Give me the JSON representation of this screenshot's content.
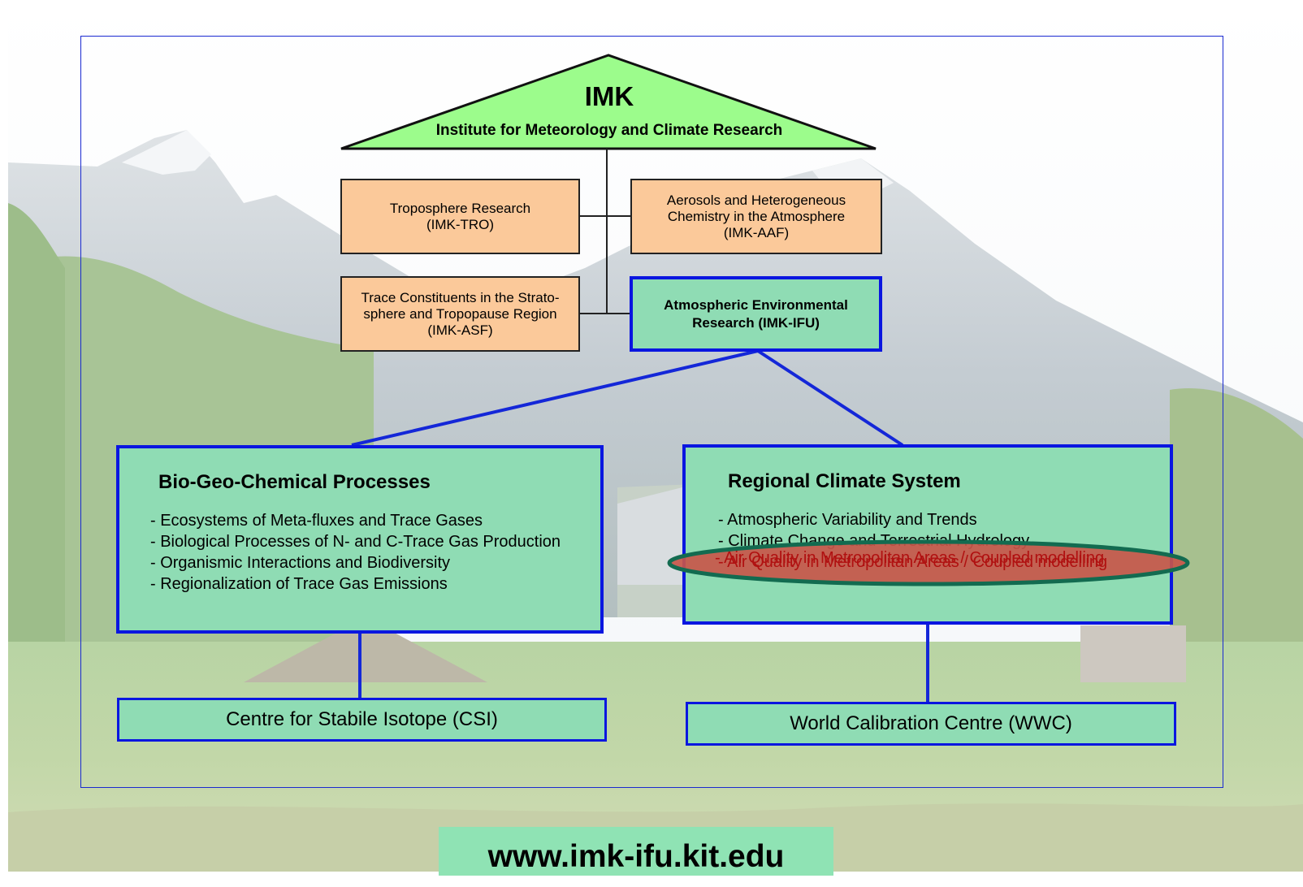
{
  "header": {
    "title": "IMK",
    "subtitle": "Institute for Meteorology and Climate Research"
  },
  "departments": [
    {
      "lines": [
        "Troposphere Research",
        "(IMK-TRO)"
      ]
    },
    {
      "lines": [
        "Aerosols and Heterogeneous",
        "Chemistry in the Atmosphere",
        "(IMK-AAF)"
      ]
    },
    {
      "lines": [
        "Trace Constituents in the Strato-",
        "sphere and Tropopause Region",
        "(IMK-ASF)"
      ]
    },
    {
      "lines": [
        "Atmospheric Environmental",
        "Research (IMK-IFU)"
      ]
    }
  ],
  "bio": {
    "heading": "Bio-Geo-Chemical Processes",
    "items": [
      "- Ecosystems of Meta-fluxes and Trace Gases",
      "- Biological Processes of N- and C-Trace Gas Production",
      "- Organismic Interactions and Biodiversity",
      "- Regionalization of Trace Gas Emissions"
    ]
  },
  "regional": {
    "heading": "Regional Climate System",
    "items": [
      "- Atmospheric Variability and Trends",
      "- Climate Change and Terrestrial Hydrology",
      "- Air Quality in Metropolitan Areas / Coupled modelling"
    ]
  },
  "centres": {
    "csi": "Centre for Stabile Isotope (CSI)",
    "wwc": "World Calibration Centre (WWC)"
  },
  "url": "www.imk-ifu.kit.edu",
  "colors": {
    "roof": "#9cfc8c",
    "orange_box": "#fbc99a",
    "teal_box": "#8fdcb4",
    "blue_border": "#0a16e0",
    "highlight_fill": "#c8564a",
    "highlight_ring": "#136b50",
    "highlight_text": "#b01010"
  }
}
